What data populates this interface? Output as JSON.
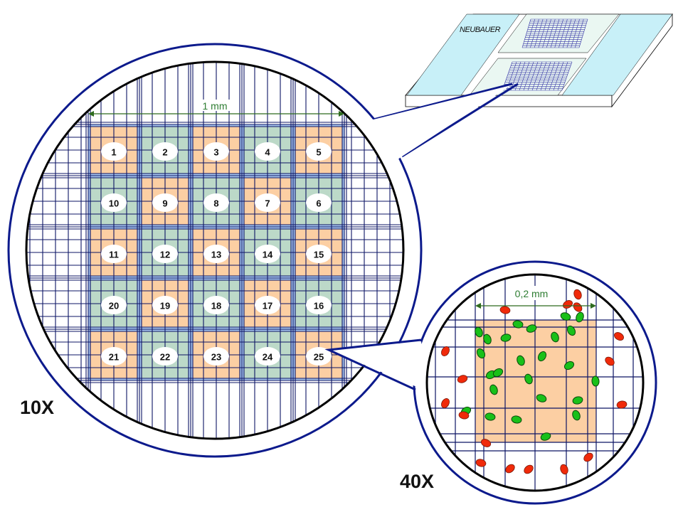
{
  "slide": {
    "brand_label": "NEUBAUER",
    "colors": {
      "slide_fill": "#c8f0f8",
      "chamber_fill": "#eaf7f2",
      "grid": "#1a1a8c",
      "outline": "#000000"
    }
  },
  "view_10x": {
    "magnification_label": "10X",
    "scale_label": "1 mm",
    "squares": [
      [
        1,
        2,
        3,
        4,
        5
      ],
      [
        10,
        9,
        8,
        7,
        6
      ],
      [
        11,
        12,
        13,
        14,
        15
      ],
      [
        20,
        19,
        18,
        17,
        16
      ],
      [
        21,
        22,
        23,
        24,
        25
      ]
    ],
    "square_colors": {
      "orange": "#fccfa3",
      "green": "#bcd9c8",
      "border_blue": "#a8c8f0"
    },
    "pointer_from_square": 25
  },
  "view_40x": {
    "magnification_label": "40X",
    "scale_label": "0,2 mm",
    "colors": {
      "square": "#fccfa3",
      "cell_inside": "#19c019",
      "cell_outside": "#f02a0a"
    },
    "cells_inside_count": 25,
    "cells_outside_count": 17
  },
  "colors": {
    "lens_ring": "#0c1a8c",
    "lens_inner": "#000000",
    "grid_line": "#0c1464",
    "dimension_arrow": "#2e6b1e"
  }
}
